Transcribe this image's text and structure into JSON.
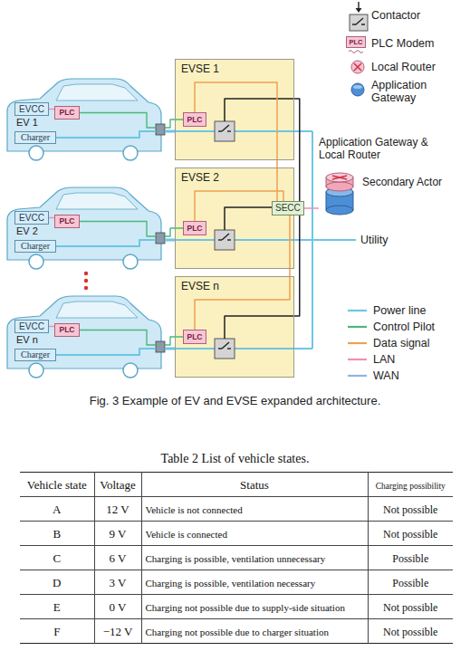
{
  "diagram": {
    "caption": "Fig. 3 Example of EV and EVSE expanded architecture.",
    "nodes": [
      {
        "text": [
          "EVSE 1"
        ]
      },
      {
        "text": [
          "PLC"
        ],
        "in": 0
      },
      {
        "text": [
          "EVSE 2"
        ]
      },
      {
        "text": [
          "PLC"
        ],
        "in": 2
      },
      {
        "text": [
          "EVSE n"
        ]
      },
      {
        "text": [
          "PLC"
        ],
        "in": 4
      },
      {
        "text": [
          "EV 1"
        ]
      },
      {
        "text": [
          "EVCC"
        ],
        "in": 6
      },
      {
        "text": [
          "PLC"
        ],
        "in": 6
      },
      {
        "text": [
          "Charger"
        ],
        "in": 6
      },
      {
        "text": [
          "EV 2"
        ]
      },
      {
        "text": [
          "EVCC"
        ],
        "in": 10
      },
      {
        "text": [
          "PLC"
        ],
        "in": 10
      },
      {
        "text": [
          "Charger"
        ],
        "in": 10
      },
      {
        "text": [
          "EV n"
        ]
      },
      {
        "text": [
          "EVCC"
        ],
        "in": 14
      },
      {
        "text": [
          "PLC"
        ],
        "in": 14
      },
      {
        "text": [
          "Charger"
        ],
        "in": 14
      },
      {
        "text": [
          "SECC"
        ]
      },
      {
        "text": [
          "Application Gateway & Local Router",
          "Secondary Actor"
        ]
      }
    ],
    "edges": [
      {
        "from": 6,
        "to": 0,
        "arrow": "none"
      },
      {
        "from": 10,
        "to": 2,
        "arrow": "none"
      },
      {
        "from": 14,
        "to": 4,
        "arrow": "none"
      },
      {
        "from": 7,
        "to": 8,
        "arrow": "none"
      },
      {
        "from": 11,
        "to": 12,
        "arrow": "none"
      },
      {
        "from": 15,
        "to": 16,
        "arrow": "none"
      },
      {
        "from": 1,
        "to": 18,
        "arrow": "none"
      },
      {
        "from": 3,
        "to": 18,
        "arrow": "none"
      },
      {
        "from": 5,
        "to": 18,
        "arrow": "none"
      },
      {
        "from": 18,
        "to": 19,
        "arrow": "none"
      }
    ],
    "labels": [
      "PLC",
      "Utility",
      "Table 2 List of vehicle states.",
      "Vehicle state",
      "Voltage",
      "Status",
      "Charging possibility",
      "A",
      "12 V",
      "Vehicle is not connected",
      "Not possible",
      "B",
      "9 V",
      "Vehicle is connected",
      "Not possible",
      "C",
      "6 V",
      "Charging is possible, ventilation unnecessary",
      "Possible",
      "D",
      "3 V",
      "Charging is possible, ventilation necessary",
      "Possible",
      "E",
      "0 V",
      "Charging not possible due to supply-side situation",
      "Not possible",
      "F",
      "−12 V",
      "Charging not possible due to charger situation",
      "Not possible"
    ],
    "legend": [
      {
        "text": "Contactor"
      },
      {
        "text": "PLC Modem"
      },
      {
        "text": "Local Router"
      },
      {
        "text": "Application Gateway"
      },
      {
        "text": "Power line"
      },
      {
        "text": "Control Pilot"
      },
      {
        "text": "Data signal"
      },
      {
        "text": "LAN"
      },
      {
        "text": "WAN"
      }
    ]
  }
}
